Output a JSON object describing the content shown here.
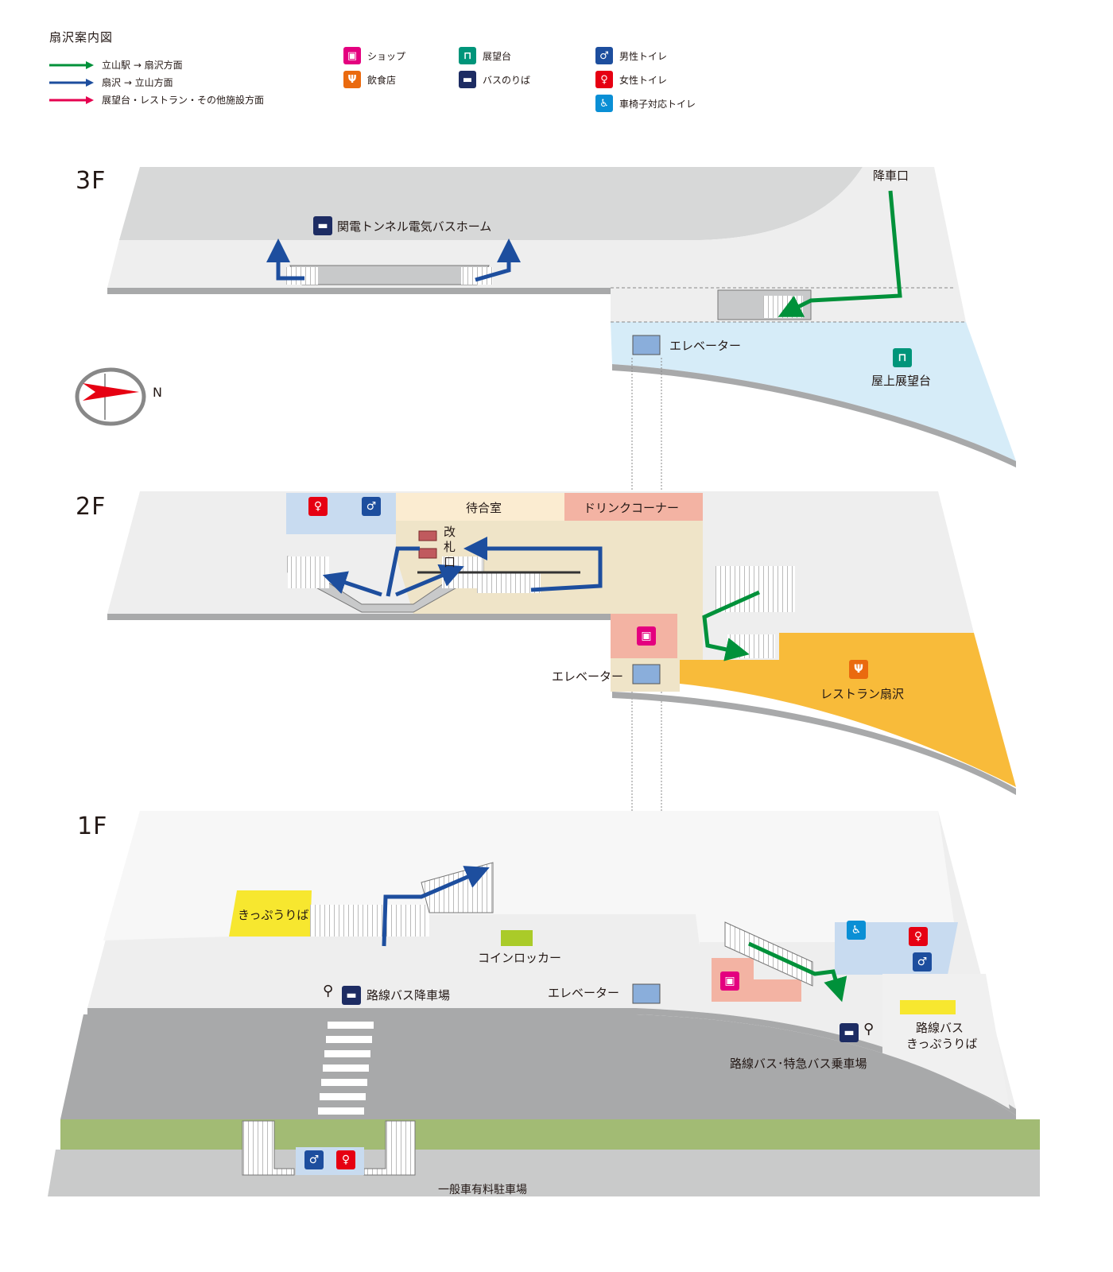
{
  "title": "扇沢案内図",
  "legend": {
    "routes": [
      {
        "label": "立山駅 → 扇沢方面",
        "color": "#00913a"
      },
      {
        "label": "扇沢 → 立山方面",
        "color": "#1d4e9e"
      },
      {
        "label": "展望台・レストラン・その他施設方面",
        "color": "#e5004f"
      }
    ],
    "icons": [
      {
        "label": "ショップ",
        "icon": "shop-bag-icon",
        "color": "#e4007f"
      },
      {
        "label": "飲食店",
        "icon": "restaurant-icon",
        "color": "#ea6a0f"
      },
      {
        "label": "展望台",
        "icon": "observation-deck-icon",
        "color": "#00957a"
      },
      {
        "label": "バスのりば",
        "icon": "bus-icon",
        "color": "#1d2c63"
      },
      {
        "label": "男性トイレ",
        "icon": "male-toilet-icon",
        "color": "#1d4e9e"
      },
      {
        "label": "女性トイレ",
        "icon": "female-toilet-icon",
        "color": "#e60012"
      },
      {
        "label": "車椅子対応トイレ",
        "icon": "wheelchair-toilet-icon",
        "color": "#0a8fd5"
      }
    ]
  },
  "compass": {
    "label": "N"
  },
  "floors": {
    "f3": {
      "label": "3F",
      "bus_home": "関電トンネル電気バスホーム",
      "exit": "降車口",
      "elevator": "エレベーター",
      "rooftop": "屋上展望台"
    },
    "f2": {
      "label": "2F",
      "waiting_room": "待合室",
      "drink_corner": "ドリンクコーナー",
      "gate": "改札口",
      "elevator": "エレベーター",
      "restaurant": "レストラン扇沢"
    },
    "f1": {
      "label": "1F",
      "ticket": "きっぷうりば",
      "locker": "コインロッカー",
      "elevator": "エレベーター",
      "bus_alight": "路線バス降車場",
      "bus_ticket_1": "路線バス",
      "bus_ticket_2": "きっぷうりば",
      "bus_board": "路線バス･特急バス乗車場",
      "parking": "一般車有料駐車場"
    }
  }
}
